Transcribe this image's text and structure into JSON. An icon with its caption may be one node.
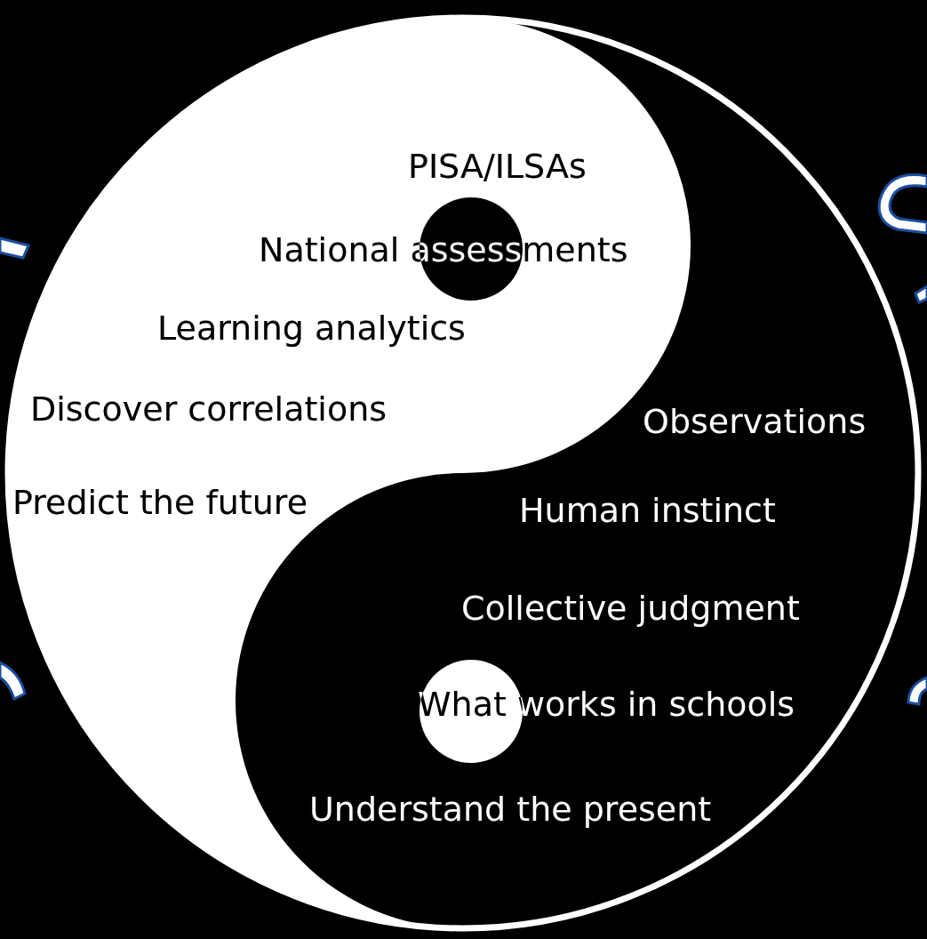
{
  "diagram": {
    "labels": [
      "PISA/ILSAs",
      "National assessments",
      "Learning analytics",
      "Discover correlations",
      "Observations",
      "Predict the future",
      "Human instinct",
      "Collective judgment",
      "What works in schools",
      "Understand the present"
    ]
  }
}
